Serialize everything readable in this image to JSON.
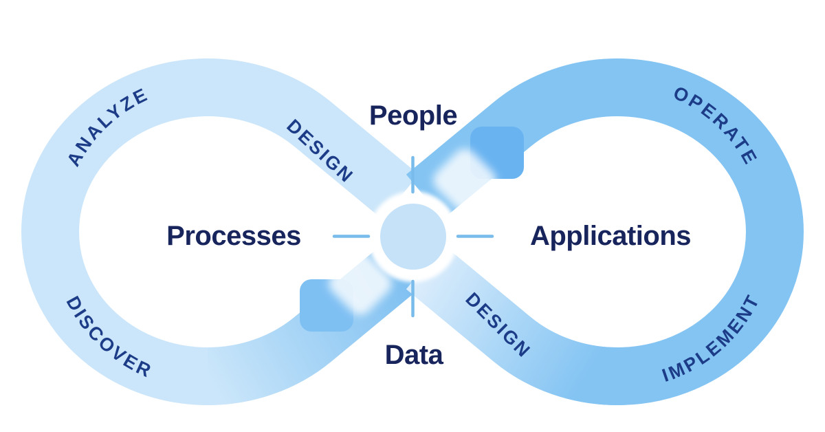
{
  "diagram_name": "infinity-lifecycle-loop",
  "hub": {
    "top": "People",
    "left": "Processes",
    "right": "Applications",
    "bottom": "Data"
  },
  "left_loop": {
    "arc_top": "ANALYZE",
    "arc_bottom": "DISCOVER",
    "diagonal": "DESIGN"
  },
  "right_loop": {
    "arc_top": "OPERATE",
    "arc_bottom": "IMPLEMENT",
    "diagonal": "DESIGN"
  },
  "colors": {
    "left_ribbon": "#cbe6fa",
    "right_ribbon": "#84c4f3",
    "ribbon_tail_deep": "#7fc0f1",
    "ribbon_tail_light": "#dcedfc",
    "right_tip": "#69b3f1",
    "left_tip": "#7fc0f3",
    "tick": "#79bceb",
    "hub_circle": "#c6e2f8",
    "arc_label_text": "#1d3c88",
    "hub_text": "#17255c",
    "background": "#ffffff"
  }
}
